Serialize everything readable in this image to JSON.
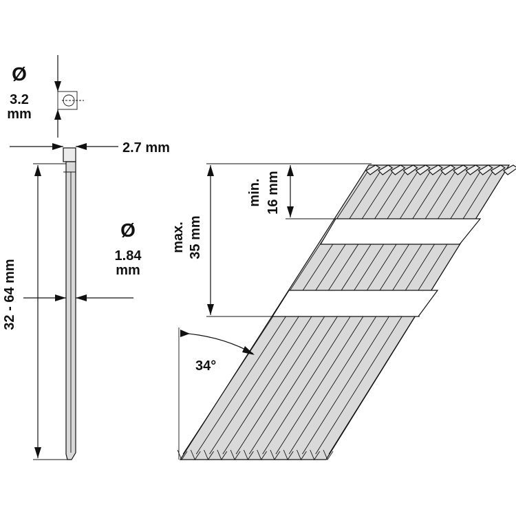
{
  "labels": {
    "head_diameter_symbol": "Ø",
    "head_diameter_value": "3.2",
    "head_diameter_unit": "mm",
    "head_offset": "2.7 mm",
    "shank_diameter_symbol": "Ø",
    "shank_diameter_value": "1.84",
    "shank_diameter_unit": "mm",
    "length_range": "32 - 64 mm",
    "strip_spacing_prefix": "max.",
    "strip_spacing_value": "35 mm",
    "head_gap_prefix": "min.",
    "head_gap_value": "16 mm",
    "angle": "34°"
  },
  "colors": {
    "line": "#111111",
    "nail_fill": "#d9d9d9",
    "background": "#ffffff"
  },
  "strip": {
    "nail_count": 12
  }
}
